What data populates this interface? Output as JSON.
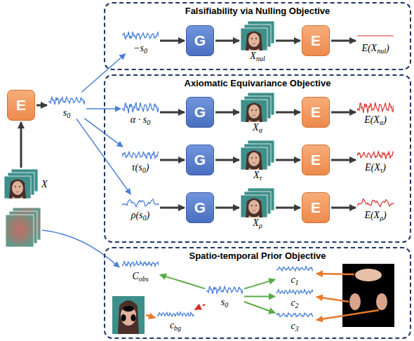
{
  "diagram": {
    "nodes": [
      {
        "text": [
          "Falsifiability via Nulling Objective"
        ]
      },
      {
        "text": [
          "−s0"
        ],
        "in": 0
      },
      {
        "text": [
          "G"
        ],
        "in": 0
      },
      {
        "text": [
          "Xnul"
        ],
        "in": 0
      },
      {
        "text": [
          "E"
        ],
        "in": 0
      },
      {
        "text": [
          "E(Xnul)"
        ],
        "in": 0
      },
      {
        "text": [
          "Axiomatic Equivariance Objective"
        ]
      },
      {
        "text": [
          "α · s0"
        ],
        "in": 6
      },
      {
        "text": [
          "G"
        ],
        "in": 6
      },
      {
        "text": [
          "Xα"
        ],
        "in": 6
      },
      {
        "text": [
          "E"
        ],
        "in": 6
      },
      {
        "text": [
          "E(Xα)"
        ],
        "in": 6
      },
      {
        "text": [
          "τ(s0)"
        ],
        "in": 6
      },
      {
        "text": [
          "G"
        ],
        "in": 6
      },
      {
        "text": [
          "Xτ"
        ],
        "in": 6
      },
      {
        "text": [
          "E"
        ],
        "in": 6
      },
      {
        "text": [
          "E(Xτ)"
        ],
        "in": 6
      },
      {
        "text": [
          "ρ(s0)"
        ],
        "in": 6
      },
      {
        "text": [
          "G"
        ],
        "in": 6
      },
      {
        "text": [
          "Xρ"
        ],
        "in": 6
      },
      {
        "text": [
          "E"
        ],
        "in": 6
      },
      {
        "text": [
          "E(Xρ)"
        ],
        "in": 6
      },
      {
        "text": [
          "Spatio-temporal Prior Objective"
        ]
      },
      {
        "text": [
          "Cobs"
        ],
        "in": 22
      },
      {
        "text": [
          "s0"
        ],
        "in": 22
      },
      {
        "text": [
          "c1"
        ],
        "in": 22
      },
      {
        "text": [
          "c2"
        ],
        "in": 22
      },
      {
        "text": [
          "c3"
        ],
        "in": 22
      },
      {
        "text": [
          "cbg"
        ],
        "in": 22
      },
      {
        "text": [
          "E"
        ]
      },
      {
        "text": [
          "s0"
        ]
      },
      {
        "text": [
          "X"
        ]
      }
    ],
    "edges": [
      {
        "from": 31,
        "to": 29,
        "arrow": "to"
      },
      {
        "from": 29,
        "to": 30,
        "arrow": "to"
      },
      {
        "from": 30,
        "to": 1,
        "arrow": "to"
      },
      {
        "from": 30,
        "to": 7,
        "arrow": "to"
      },
      {
        "from": 30,
        "to": 12,
        "arrow": "to"
      },
      {
        "from": 30,
        "to": 17,
        "arrow": "to"
      },
      {
        "from": 1,
        "to": 2,
        "arrow": "to"
      },
      {
        "from": 2,
        "to": 3,
        "arrow": "to"
      },
      {
        "from": 3,
        "to": 4,
        "arrow": "to"
      },
      {
        "from": 4,
        "to": 5,
        "arrow": "to"
      },
      {
        "from": 7,
        "to": 8,
        "arrow": "to"
      },
      {
        "from": 8,
        "to": 9,
        "arrow": "to"
      },
      {
        "from": 9,
        "to": 10,
        "arrow": "to"
      },
      {
        "from": 10,
        "to": 11,
        "arrow": "to"
      },
      {
        "from": 12,
        "to": 13,
        "arrow": "to"
      },
      {
        "from": 13,
        "to": 14,
        "arrow": "to"
      },
      {
        "from": 14,
        "to": 15,
        "arrow": "to"
      },
      {
        "from": 15,
        "to": 16,
        "arrow": "to"
      },
      {
        "from": 17,
        "to": 18,
        "arrow": "to"
      },
      {
        "from": 18,
        "to": 19,
        "arrow": "to"
      },
      {
        "from": 19,
        "to": 20,
        "arrow": "to"
      },
      {
        "from": 20,
        "to": 21,
        "arrow": "to"
      },
      {
        "from": 24,
        "to": 23,
        "arrow": "to"
      },
      {
        "from": 24,
        "to": 25,
        "arrow": "to"
      },
      {
        "from": 24,
        "to": 26,
        "arrow": "to"
      },
      {
        "from": 24,
        "to": 27,
        "arrow": "to"
      },
      {
        "from": 24,
        "to": 28,
        "arrow": "to"
      }
    ]
  }
}
